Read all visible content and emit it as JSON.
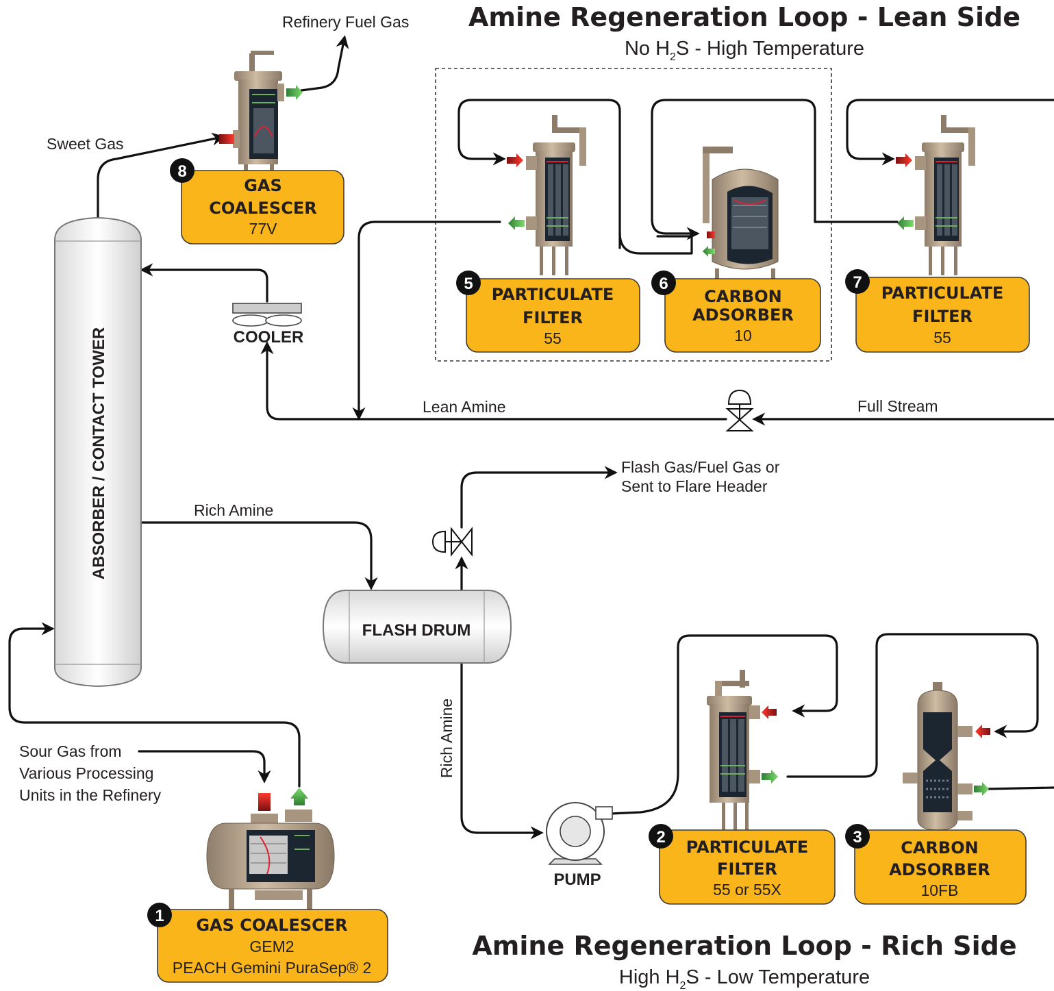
{
  "titles": {
    "lean": {
      "title": "Amine Regeneration Loop - Lean Side",
      "sub_pre": "No H",
      "sub_sub": "2",
      "sub_post": "S - High Temperature"
    },
    "rich": {
      "title": "Amine Regeneration Loop - Rich Side",
      "sub_pre": "High H",
      "sub_sub": "2",
      "sub_post": "S - Low Temperature"
    }
  },
  "streams": {
    "refinery_fuel_gas": "Refinery Fuel Gas",
    "sweet_gas": "Sweet Gas",
    "lean_amine": "Lean Amine",
    "full_stream": "Full Stream",
    "rich_amine_top": "Rich Amine",
    "rich_amine_side": "Rich Amine",
    "flash_gas_1": "Flash Gas/Fuel Gas or",
    "flash_gas_2": "Sent to Flare Header",
    "sour_gas_1": "Sour Gas from",
    "sour_gas_2": "Various Processing",
    "sour_gas_3": "Units in the Refinery"
  },
  "equipment": {
    "tower": "ABSORBER / CONTACT TOWER",
    "flash_drum": "FLASH DRUM",
    "cooler": "COOLER",
    "pump": "PUMP"
  },
  "products": [
    {
      "num": "1",
      "name1": "GAS COALESCER",
      "name2": "",
      "model": "GEM2",
      "model2": "PEACH Gemini PuraSep® 2"
    },
    {
      "num": "2",
      "name1": "PARTICULATE",
      "name2": "FILTER",
      "model": "55 or 55X",
      "model2": ""
    },
    {
      "num": "3",
      "name1": "CARBON",
      "name2": "ADSORBER",
      "model": "10FB",
      "model2": ""
    },
    {
      "num": "5",
      "name1": "PARTICULATE",
      "name2": "FILTER",
      "model": "55",
      "model2": ""
    },
    {
      "num": "6",
      "name1": "CARBON",
      "name2": "ADSORBER",
      "model": "10",
      "model2": ""
    },
    {
      "num": "7",
      "name1": "PARTICULATE",
      "name2": "FILTER",
      "model": "55",
      "model2": ""
    },
    {
      "num": "8",
      "name1": "GAS",
      "name2": "COALESCER",
      "model": "77V",
      "model2": ""
    }
  ],
  "colors": {
    "box_fill": "#f9b51a",
    "inlet_arrow": "#e5322d",
    "outlet_arrow": "#4caf50",
    "vessel_shell": "#b8a58e"
  }
}
